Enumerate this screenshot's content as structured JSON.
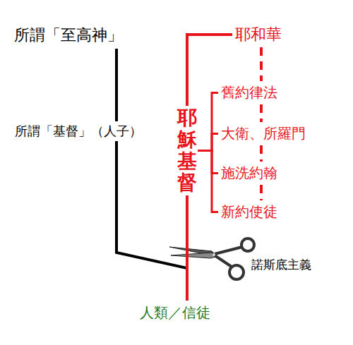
{
  "diagram": {
    "nodes": [
      {
        "text": [
          "所謂「至高神」"
        ]
      },
      {
        "text": [
          "所謂「基督」（人子）"
        ]
      },
      {
        "text": [
          "耶和華"
        ]
      },
      {
        "text": [
          "耶穌基督"
        ]
      },
      {
        "text": [
          "舊約律法"
        ]
      },
      {
        "text": [
          "大衛、所羅門"
        ]
      },
      {
        "text": [
          "施洗約翰"
        ]
      },
      {
        "text": [
          "新約使徒"
        ]
      },
      {
        "text": [
          "人類／信徒"
        ]
      }
    ],
    "edges": [
      {
        "from": 0,
        "to": 8,
        "arrow": "none"
      },
      {
        "from": 2,
        "to": 8,
        "arrow": "none"
      },
      {
        "from": 2,
        "to": 4,
        "arrow": "none"
      },
      {
        "from": 4,
        "to": 5,
        "arrow": "none"
      },
      {
        "from": 5,
        "to": 6,
        "arrow": "none"
      },
      {
        "from": 6,
        "to": 7,
        "arrow": "none"
      },
      {
        "from": 3,
        "to": 4,
        "arrow": "none"
      },
      {
        "from": 3,
        "to": 5,
        "arrow": "none"
      },
      {
        "from": 3,
        "to": 6,
        "arrow": "none"
      },
      {
        "from": 3,
        "to": 7,
        "arrow": "none"
      }
    ],
    "labels": [
      "諾斯底主義"
    ]
  }
}
